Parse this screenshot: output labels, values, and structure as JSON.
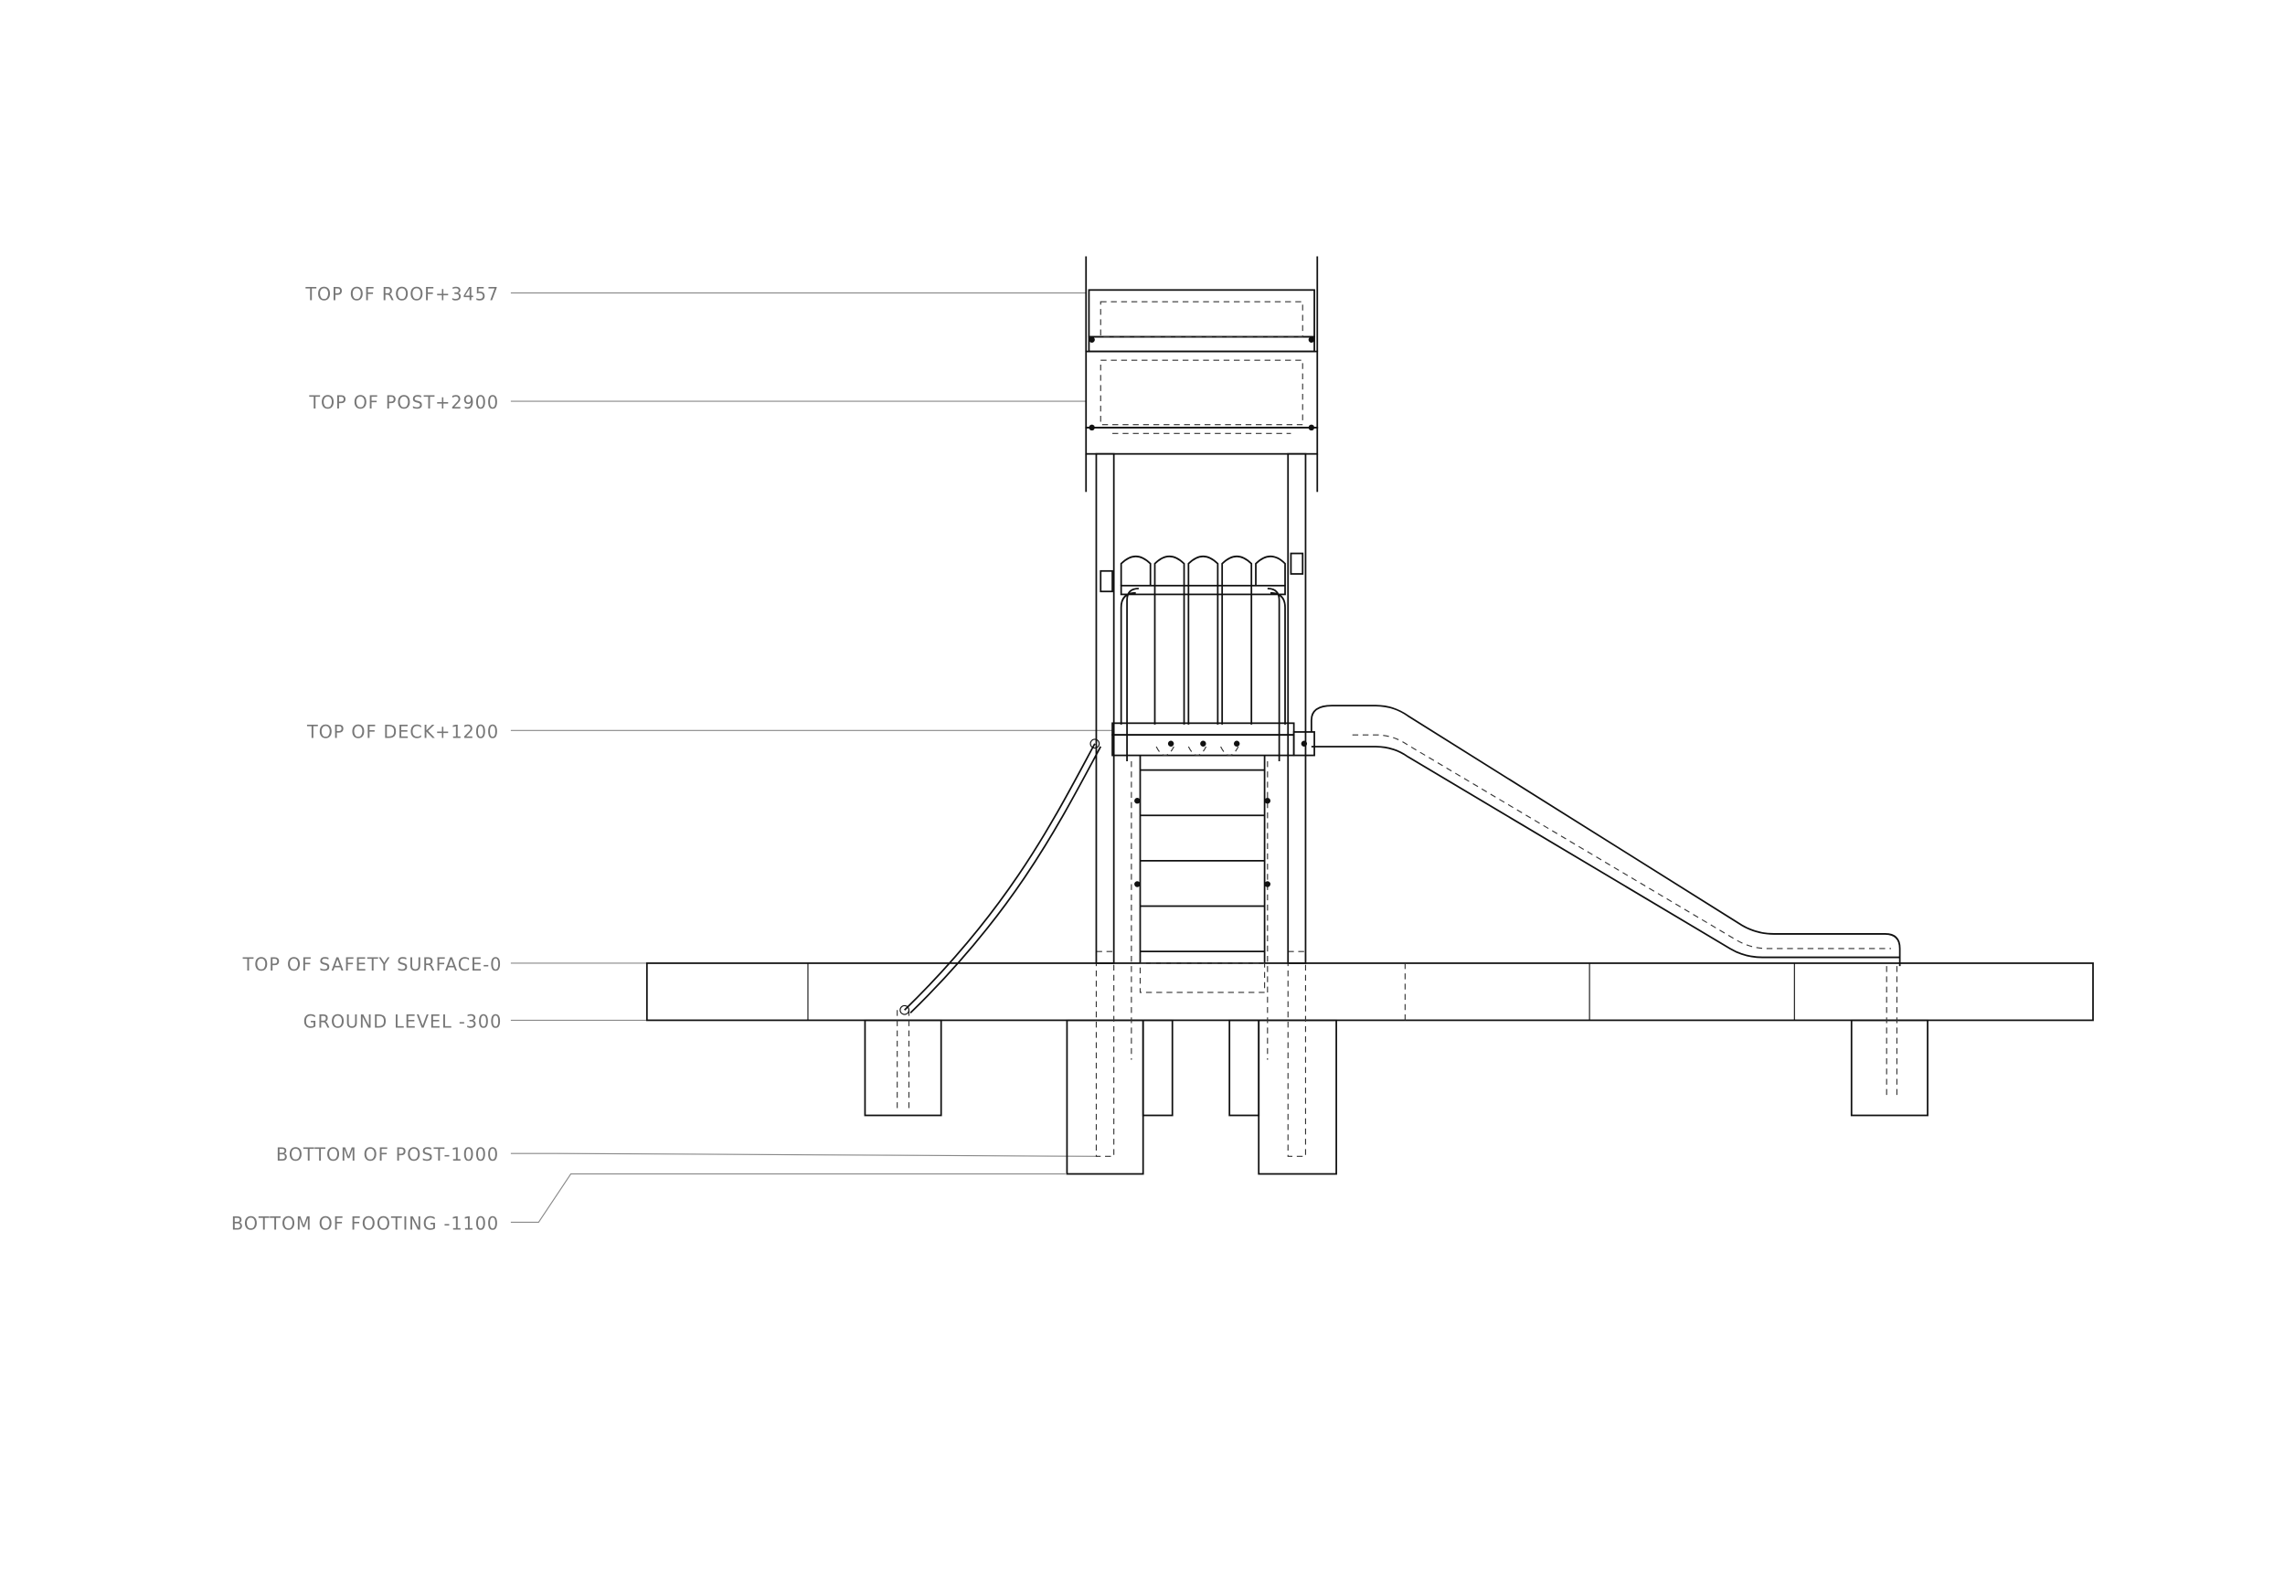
{
  "diagram": {
    "type": "playground elevation drawing",
    "levels": [
      {
        "label": "TOP OF ROOF+3457",
        "value": 3457
      },
      {
        "label": "TOP OF POST+2900",
        "value": 2900
      },
      {
        "label": "TOP OF DECK+1200",
        "value": 1200
      },
      {
        "label": "TOP OF SAFETY SURFACE-0",
        "value": 0
      },
      {
        "label": "GROUND LEVEL -300",
        "value": -300
      },
      {
        "label": "BOTTOM OF POST-1000",
        "value": -1000
      },
      {
        "label": "BOTTOM OF FOOTING -1100",
        "value": -1100
      }
    ],
    "colors": {
      "line": "#111111",
      "label": "#777777",
      "leader": "#888888"
    }
  }
}
